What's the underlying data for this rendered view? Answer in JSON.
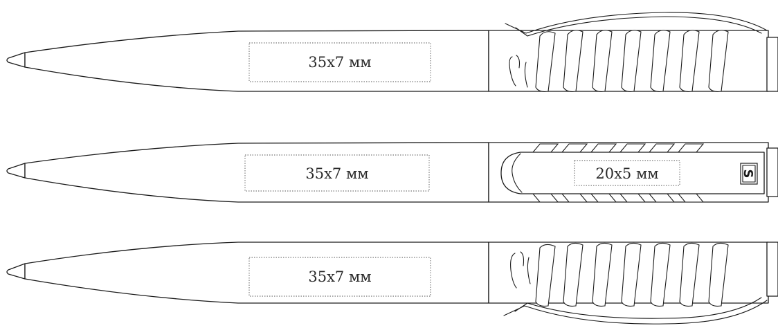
{
  "pens": [
    {
      "view": "side",
      "zone_label": "35x7 мм"
    },
    {
      "view": "front",
      "zone_label": "35x7 мм",
      "clip_zone_label": "20x5 мм",
      "clip_logo": "S"
    },
    {
      "view": "side-mirrored",
      "zone_label": "35x7 мм"
    }
  ]
}
